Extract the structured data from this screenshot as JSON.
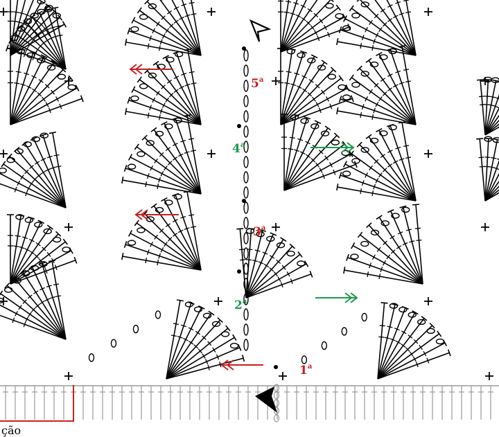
{
  "diagram": {
    "rows": [
      {
        "number": "1",
        "suffix": "a",
        "direction": "left",
        "color": "#c8201f"
      },
      {
        "number": "2",
        "suffix": "a",
        "direction": "right",
        "color": "#1e9a4a"
      },
      {
        "number": "3",
        "suffix": "a",
        "direction": "left",
        "color": "#c8201f"
      },
      {
        "number": "4",
        "suffix": "a",
        "direction": "right",
        "color": "#1e9a4a"
      },
      {
        "number": "5",
        "suffix": "a",
        "direction": "left",
        "color": "#c8201f"
      }
    ],
    "corner_label": "ção",
    "colors": {
      "stitch": "#000000",
      "foundation": "#9a9a9a",
      "row_odd": "#c8201f",
      "row_even": "#1e9a4a"
    },
    "icons": [
      "start-arrow-icon",
      "end-arrow-icon"
    ]
  }
}
